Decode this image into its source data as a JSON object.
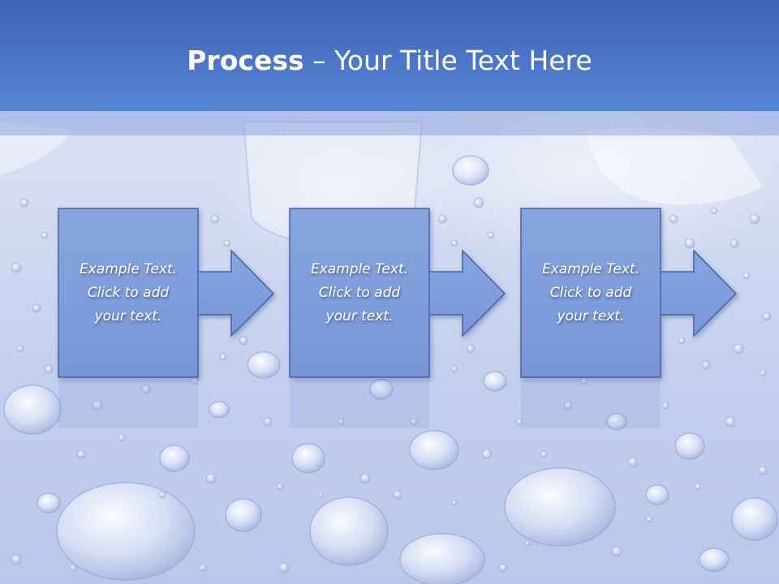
{
  "title": {
    "bold_part": "Process",
    "separator": " – ",
    "rest": "Your Title Text Here"
  },
  "steps": [
    {
      "text": "Example Text.\nClick  to add\nyour text."
    },
    {
      "text": "Example Text.\nClick  to add\nyour text."
    },
    {
      "text": "Example Text.\nClick  to add\nyour text."
    }
  ],
  "colors": {
    "title_band": "#4a74c6",
    "box_fill": "#7f9fdc",
    "box_border": "#4a62a8",
    "text": "#ffffff"
  }
}
